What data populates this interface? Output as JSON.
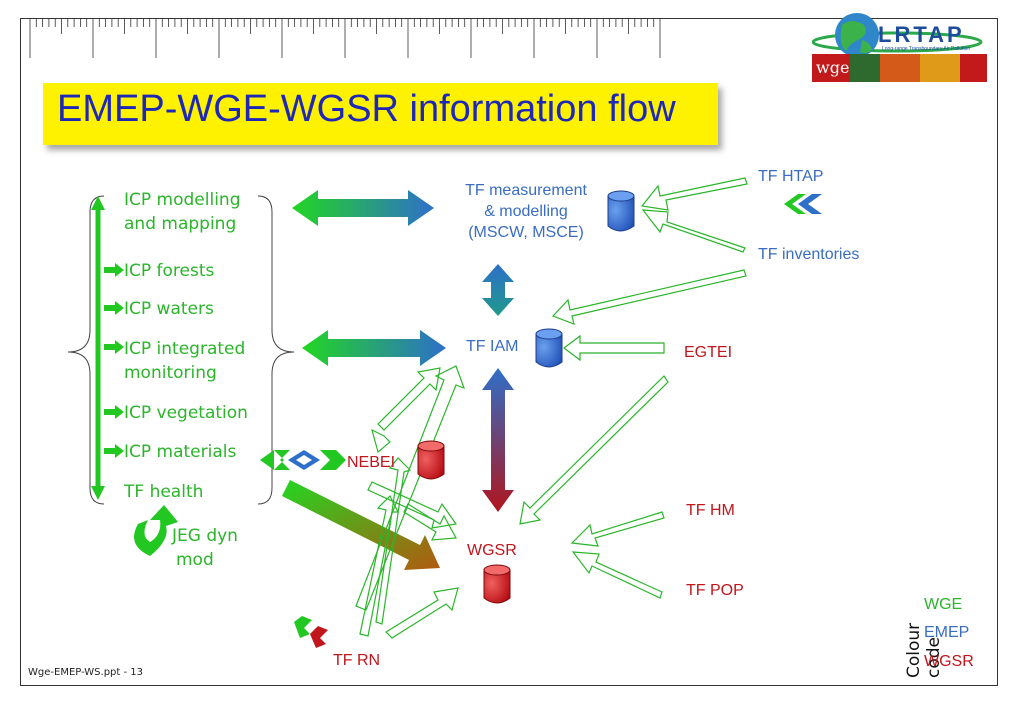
{
  "title": "EMEP-WGE-WGSR information flow",
  "footer": "Wge-EMEP-WS.ppt - 13",
  "logo": {
    "name": "LRTAP",
    "subtitle": "Long-range Transboundary Air Pollution",
    "wge": "wge"
  },
  "wge_items": [
    {
      "label1": "ICP modelling",
      "label2": "and mapping"
    },
    {
      "label1": "ICP forests"
    },
    {
      "label1": "ICP waters"
    },
    {
      "label1": "ICP integrated",
      "label2": "monitoring"
    },
    {
      "label1": "ICP vegetation"
    },
    {
      "label1": "ICP materials"
    },
    {
      "label1": "TF health"
    }
  ],
  "jeg": {
    "line1": "JEG dyn",
    "line2": "mod"
  },
  "nodes": {
    "tf_measurement": {
      "line1": "TF measurement",
      "line2": "& modelling",
      "line3": "(MSCW, MSCE)"
    },
    "tf_htap": "TF HTAP",
    "tf_inventories": "TF inventories",
    "tf_iam": "TF IAM",
    "egtei": "EGTEI",
    "nebei": "NEBEI",
    "wgsr": "WGSR",
    "tf_hm": "TF HM",
    "tf_pop": "TF POP",
    "tf_rn": "TF RN"
  },
  "colour_code": {
    "title": "Colour code",
    "items": [
      {
        "label": "WGE",
        "color": "#2bb52b"
      },
      {
        "label": "EMEP",
        "color": "#3a6dc2"
      },
      {
        "label": "WGSR",
        "color": "#c0161c"
      }
    ]
  },
  "colors": {
    "wge": "#2bb52b",
    "emep": "#3a6dc2",
    "wgsr": "#c0161c",
    "title_bg": "#fff200",
    "title_text": "#1d27b8"
  }
}
